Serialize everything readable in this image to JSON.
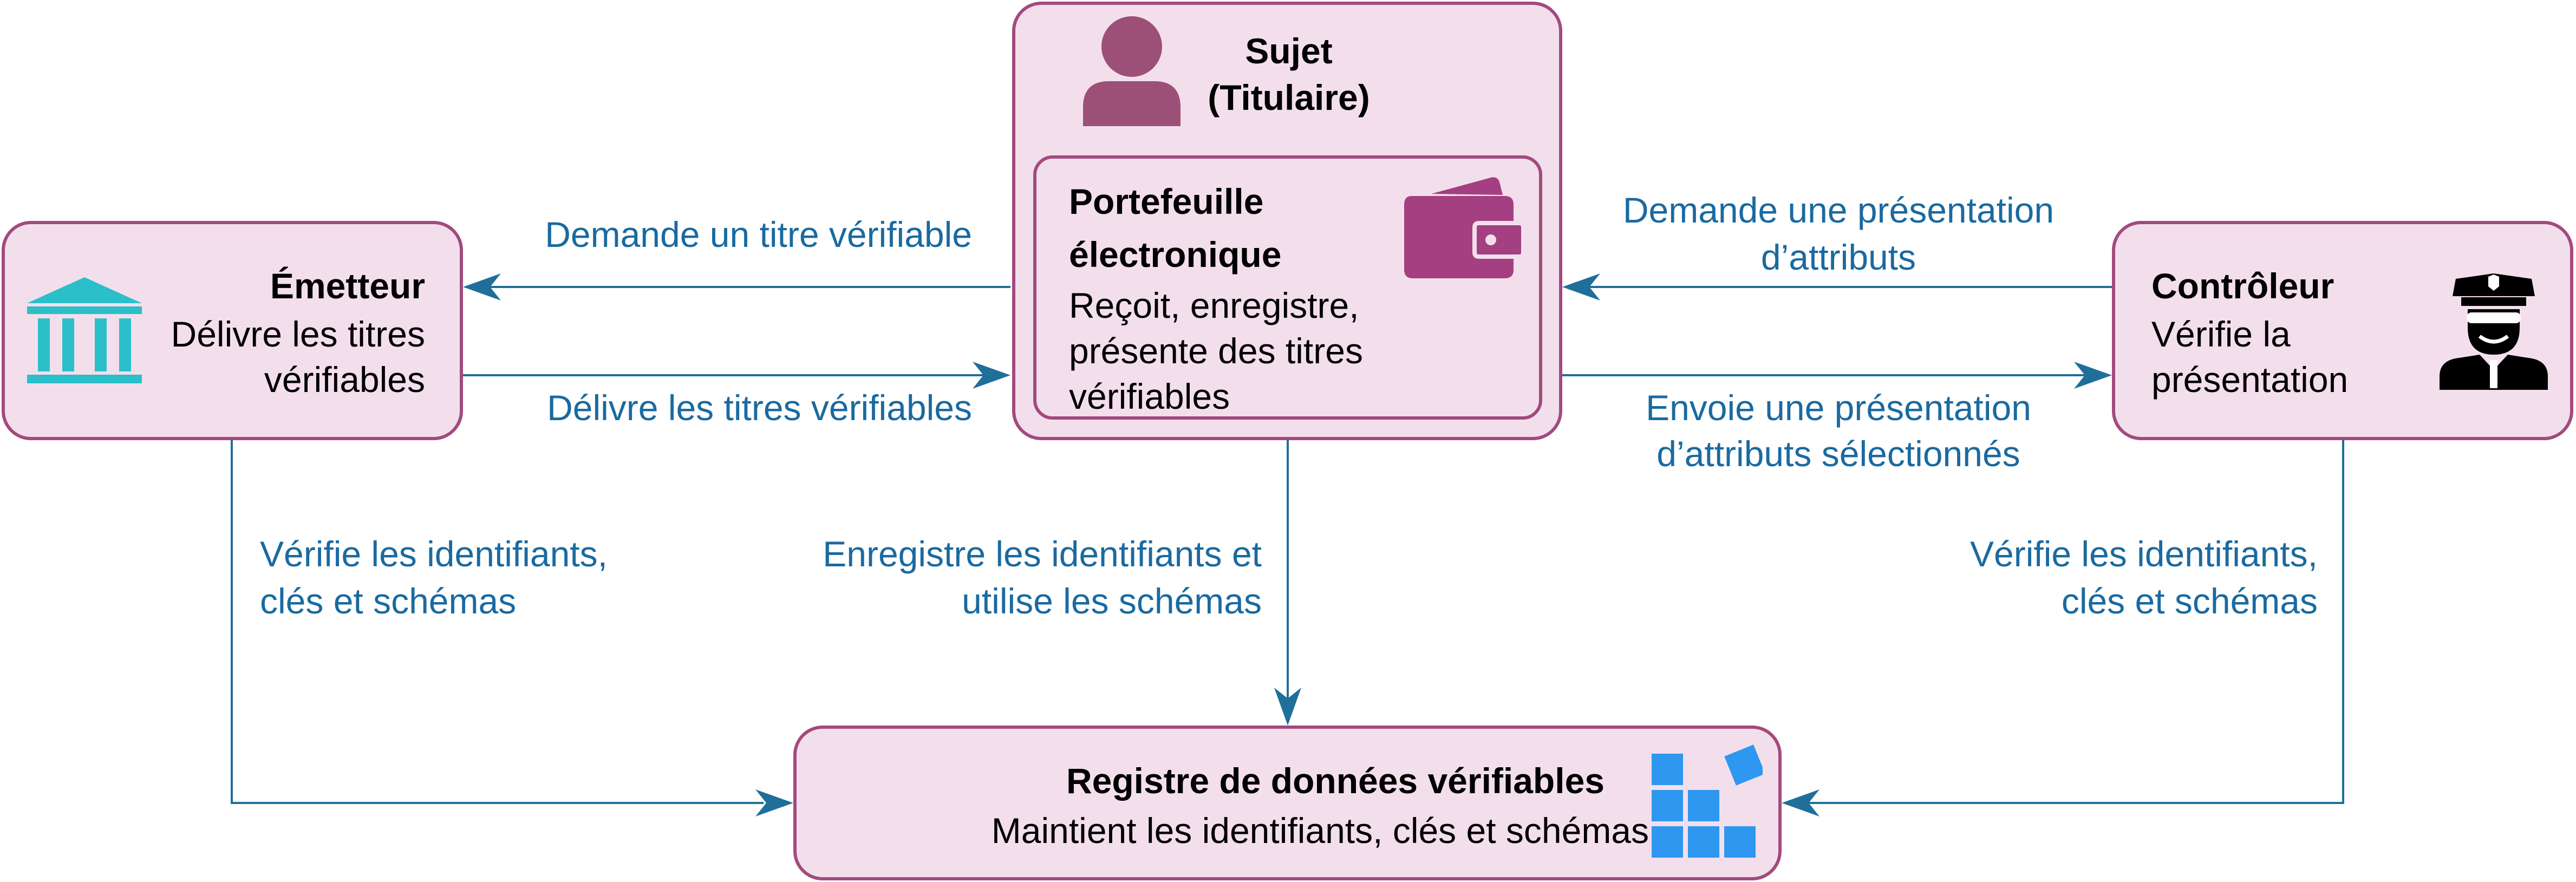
{
  "colors": {
    "box_fill": "#f3dfec",
    "box_border": "#a24a7e",
    "arrow": "#1f6f9a",
    "label_text": "#1a6aa0",
    "person_icon": "#9c4f77",
    "wallet_icon": "#a43f81",
    "bank_icon": "#2bbfc9",
    "blocks_icon": "#2e97ef",
    "officer_icon": "#000000"
  },
  "nodes": {
    "subject": {
      "title_line1": "Sujet",
      "title_line2": "(Titulaire)",
      "icon": "person-icon",
      "wallet": {
        "title_line1": "Portefeuille",
        "title_line2": "électronique",
        "desc_line1": "Reçoit, enregistre,",
        "desc_line2": "présente des titres",
        "desc_line3": "vérifiables",
        "icon": "wallet-icon"
      }
    },
    "issuer": {
      "title": "Émetteur",
      "desc_line1": "Délivre les titres",
      "desc_line2": "vérifiables",
      "icon": "bank-icon"
    },
    "verifier": {
      "title": "Contrôleur",
      "desc_line1": "Vérifie la",
      "desc_line2": "présentation",
      "icon": "police-officer-icon"
    },
    "registry": {
      "title": "Registre de données vérifiables",
      "desc": "Maintient les identifiants, clés et schémas",
      "icon": "blocks-icon"
    }
  },
  "edges": {
    "request_credential": {
      "label": "Demande un titre vérifiable"
    },
    "issue_credentials": {
      "label": "Délivre les titres vérifiables"
    },
    "request_presentation": {
      "line1": "Demande une présentation",
      "line2": "d’attributs"
    },
    "send_presentation": {
      "line1": "Envoie une présentation",
      "line2": "d’attributs sélectionnés"
    },
    "issuer_to_registry": {
      "line1": "Vérifie les identifiants,",
      "line2": "clés et schémas"
    },
    "subject_to_registry": {
      "line1": "Enregistre les identifiants et",
      "line2": "utilise les schémas"
    },
    "verifier_to_registry": {
      "line1": "Vérifie les identifiants,",
      "line2": "clés et schémas"
    }
  }
}
